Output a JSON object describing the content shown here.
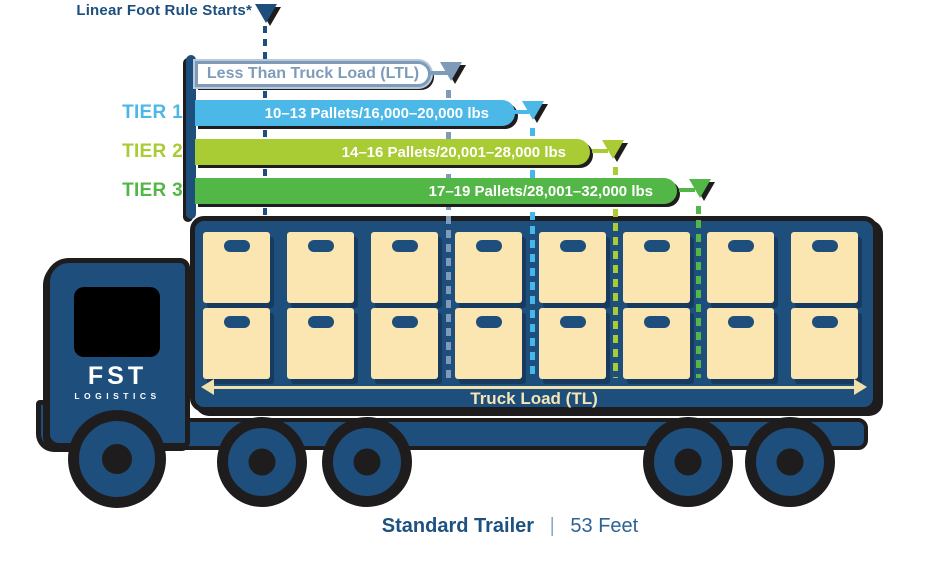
{
  "colors": {
    "navy": "#1E4E7B",
    "outline_black": "#1F1C1D",
    "pallet_cream": "#FBE5B1",
    "arrow_tan": "#F0E0A9",
    "ltl_gray_blue": "#7E9CBA",
    "tier1_light_blue": "#4BB8E8",
    "tier2_yellow_green": "#A9CB33",
    "tier3_green": "#53B747",
    "headline_navy": "#1C4E7E",
    "background": "#FFFFFF"
  },
  "timeline": {
    "rule_label": "Linear Foot Rule Starts*",
    "bars": [
      {
        "id": "ltl",
        "tier_label": "",
        "label": "Less Than Truck Load (LTL)",
        "color": "#7E9CBA"
      },
      {
        "id": "tier1",
        "tier_label": "TIER 1",
        "label": "10–13 Pallets/16,000–20,000 lbs",
        "color": "#4BB8E8"
      },
      {
        "id": "tier2",
        "tier_label": "TIER 2",
        "label": "14–16 Pallets/20,001–28,000 lbs",
        "color": "#A9CB33"
      },
      {
        "id": "tier3",
        "tier_label": "TIER 3",
        "label": "17–19 Pallets/28,001–32,000 lbs",
        "color": "#53B747"
      }
    ]
  },
  "truck": {
    "logo_line1": "FST",
    "logo_line2": "LOGISTICS",
    "trailer_arrow_label": "Truck Load (TL)",
    "pallet_rows": 2,
    "pallet_columns": 8,
    "pallet_total": 16
  },
  "caption": {
    "title": "Standard Trailer",
    "separator": "|",
    "value": "53 Feet"
  }
}
